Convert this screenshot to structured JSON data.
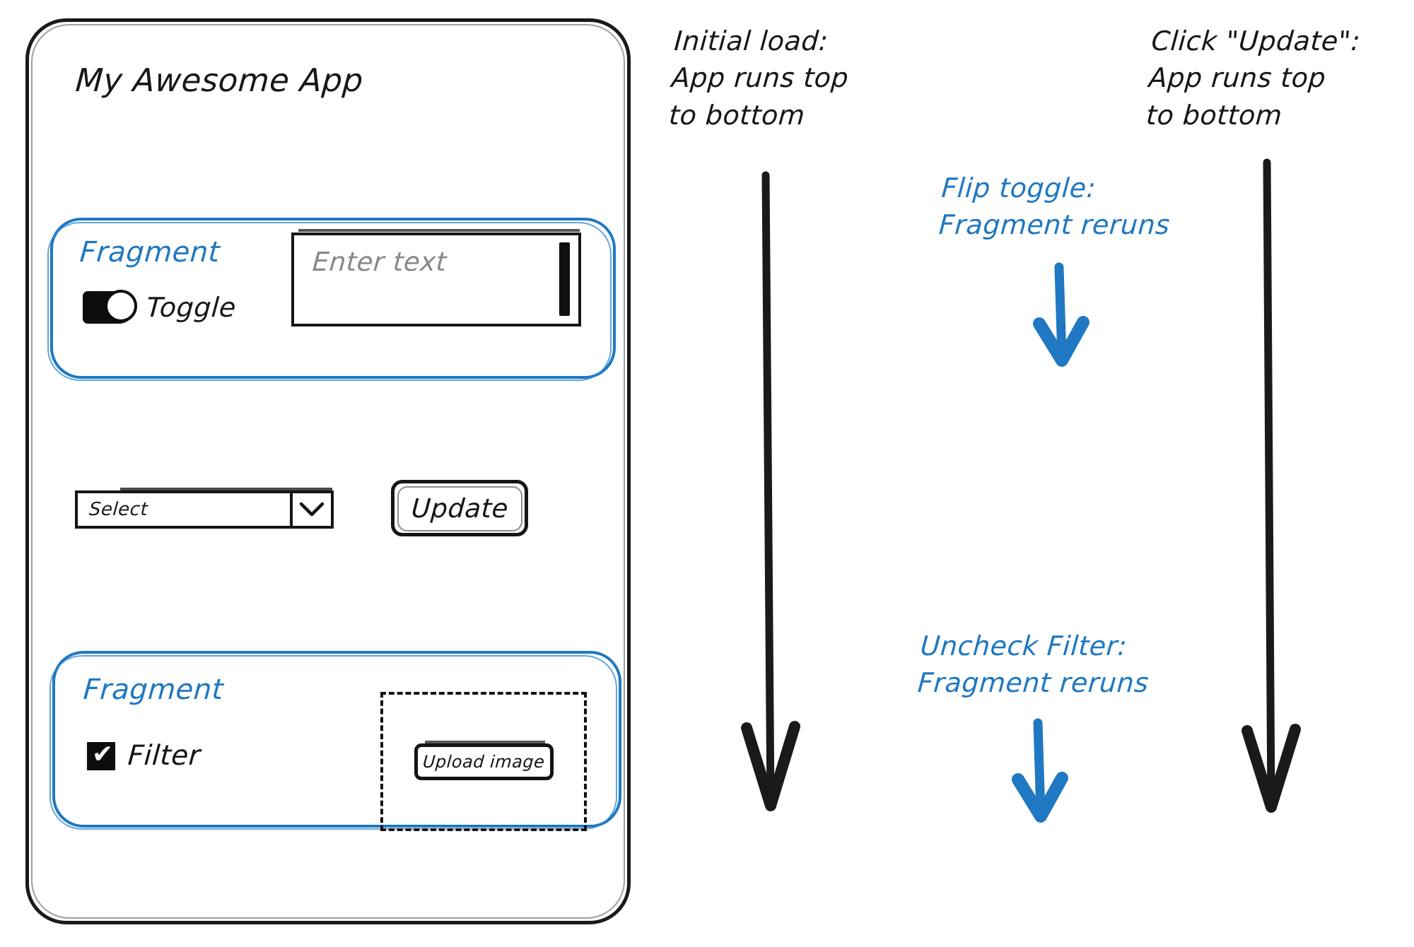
{
  "app": {
    "title": "My Awesome App",
    "fragment_top": {
      "label": "Fragment",
      "toggle_label": "Toggle",
      "toggle_state": "on",
      "text_input_placeholder": "Enter text",
      "text_input_value": ""
    },
    "controls": {
      "select_value": "Select",
      "select_icon": "chevron-down-icon",
      "update_label": "Update"
    },
    "fragment_bottom": {
      "label": "Fragment",
      "filter_label": "Filter",
      "filter_checked": true,
      "filter_glyph": "✔",
      "upload_label": "Upload image",
      "dropzone_style": "dashed"
    }
  },
  "annotations": [
    {
      "id": "initial-load",
      "color": "#161616",
      "text": "Initial load:\nApp runs top\nto bottom",
      "arrow": "long-down-arrow"
    },
    {
      "id": "click-update",
      "color": "#161616",
      "text": "Click \"Update\":\nApp runs top\nto bottom",
      "arrow": "long-down-arrow"
    },
    {
      "id": "flip-toggle",
      "color": "#1f78c1",
      "text": "Flip toggle:\nFragment reruns",
      "arrow": "short-down-arrow"
    },
    {
      "id": "uncheck-filter",
      "color": "#1f78c1",
      "text": "Uncheck Filter:\nFragment reruns",
      "arrow": "short-down-arrow"
    }
  ],
  "colors": {
    "fragment_blue": "#1f78c1",
    "ink_black": "#161616",
    "placeholder_gray": "#888888",
    "canvas": "#ffffff"
  }
}
